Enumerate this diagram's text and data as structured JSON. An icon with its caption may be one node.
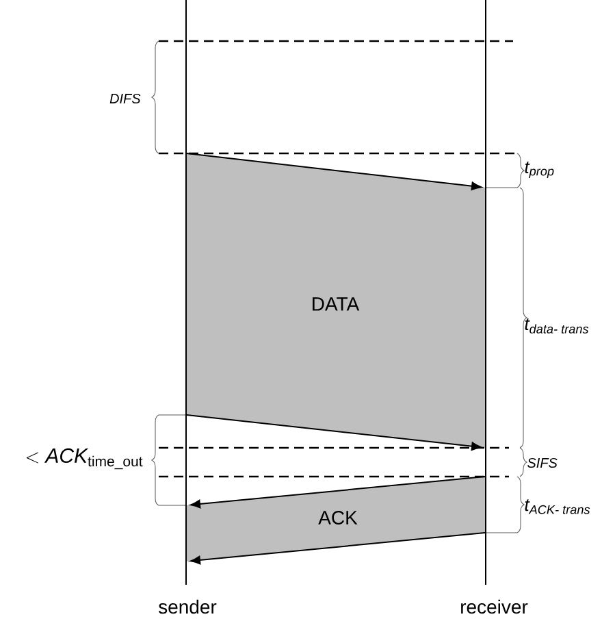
{
  "diagram": {
    "nodes": [
      {
        "text": [],
        "shape": "bar",
        "beside": [
          "sender"
        ]
      },
      {
        "text": [],
        "shape": "bar",
        "beside": [
          "receiver"
        ]
      }
    ],
    "edges": [
      {
        "from": 0,
        "to": 1,
        "arrow": "to"
      },
      {
        "from": 0,
        "to": 1,
        "arrow": "to"
      },
      {
        "from": 1,
        "to": 0,
        "arrow": "to"
      },
      {
        "from": 1,
        "to": 0,
        "arrow": "to"
      }
    ],
    "labels": [
      "DIFS",
      "\\textit{t}_{\\textit{prop}}",
      "DATA",
      "\\textit{t}_{\\textit{data- trans}}",
      "<\\textit{ACK}_{\\textrm{time\\_out}}",
      "SIFS",
      "\\textit{t}_{\\textit{ACK- trans}}",
      "ACK"
    ]
  }
}
